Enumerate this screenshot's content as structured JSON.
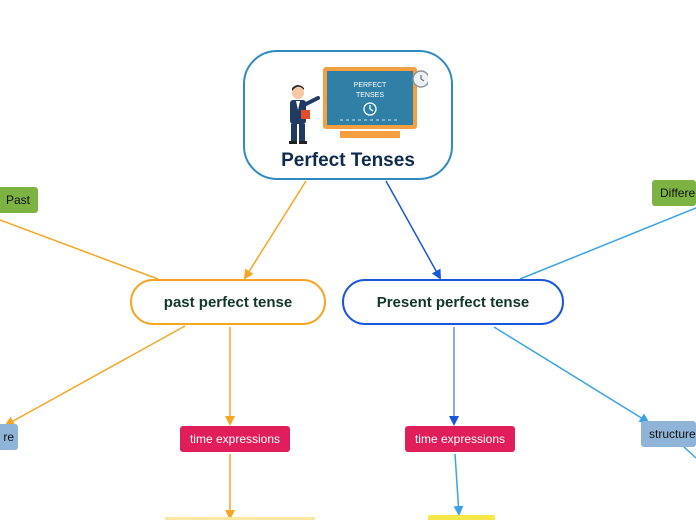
{
  "central": {
    "title": "Perfect Tenses",
    "board_line1": "PERFECT",
    "board_line2": "TENSES"
  },
  "branches": {
    "past": {
      "label": "past perfect tense"
    },
    "present": {
      "label": "Present perfect tense"
    }
  },
  "topics": {
    "past_left": "Past",
    "difference_right": "Differe",
    "structure_left": "re",
    "time_expr_past": "time expressions",
    "time_expr_present": "time expressions",
    "structure_right": "structure"
  },
  "colors": {
    "orange": "#f5a623",
    "blue_dark": "#1a56db",
    "blue_light": "#3aa3e3",
    "central_border": "#2e8bc0"
  }
}
